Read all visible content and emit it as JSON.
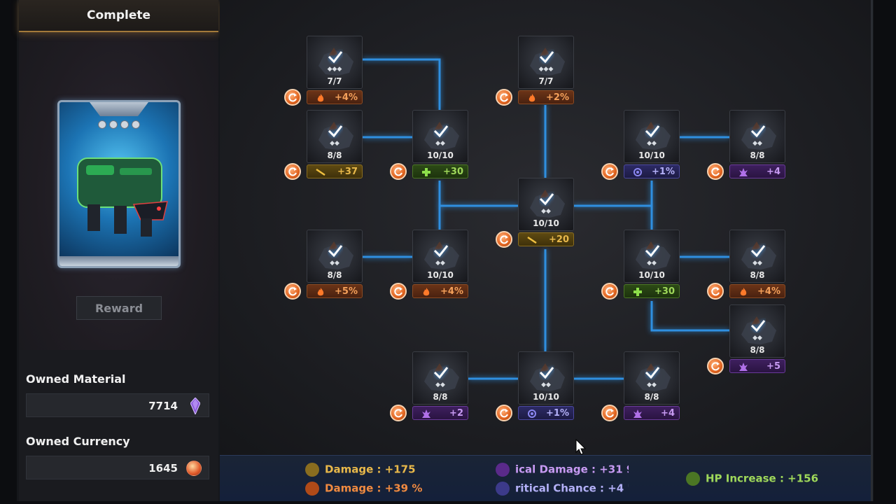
{
  "left_panel": {
    "status": "Complete",
    "reward_label": "Reward",
    "owned_material_label": "Owned Material",
    "owned_material_value": "7714",
    "owned_currency_label": "Owned Currency",
    "owned_currency_value": "1645"
  },
  "nodes": [
    {
      "id": "n1",
      "level": "7/7",
      "bonus": "+4%",
      "type": "fire"
    },
    {
      "id": "n2",
      "level": "7/7",
      "bonus": "+2%",
      "type": "fire"
    },
    {
      "id": "n3",
      "level": "8/8",
      "bonus": "+37",
      "type": "damage"
    },
    {
      "id": "n4",
      "level": "10/10",
      "bonus": "+30",
      "type": "hp"
    },
    {
      "id": "n5",
      "level": "10/10",
      "bonus": "+1%",
      "type": "crit-chance"
    },
    {
      "id": "n6",
      "level": "8/8",
      "bonus": "+4",
      "type": "crit-damage"
    },
    {
      "id": "n7",
      "level": "10/10",
      "bonus": "+20",
      "type": "damage"
    },
    {
      "id": "n8",
      "level": "8/8",
      "bonus": "+5%",
      "type": "fire"
    },
    {
      "id": "n9",
      "level": "10/10",
      "bonus": "+4%",
      "type": "fire"
    },
    {
      "id": "n10",
      "level": "10/10",
      "bonus": "+30",
      "type": "hp"
    },
    {
      "id": "n11",
      "level": "8/8",
      "bonus": "+4%",
      "type": "fire"
    },
    {
      "id": "n12",
      "level": "8/8",
      "bonus": "+5",
      "type": "crit-damage"
    },
    {
      "id": "n13",
      "level": "8/8",
      "bonus": "+2",
      "type": "crit-damage"
    },
    {
      "id": "n14",
      "level": "10/10",
      "bonus": "+1%",
      "type": "crit-chance"
    },
    {
      "id": "n15",
      "level": "8/8",
      "bonus": "+4",
      "type": "crit-damage"
    }
  ],
  "stats": {
    "damage": "Damage : +175",
    "fire_damage": "Damage : +39 %",
    "crit_damage": "ical Damage : +31 9",
    "crit_chance": "ritical Chance : +4 '",
    "hp": "HP Increase : +156"
  },
  "colors": {
    "line": "#2f8fe0",
    "reset": "#e2641f",
    "check": "#4a9ff0"
  }
}
